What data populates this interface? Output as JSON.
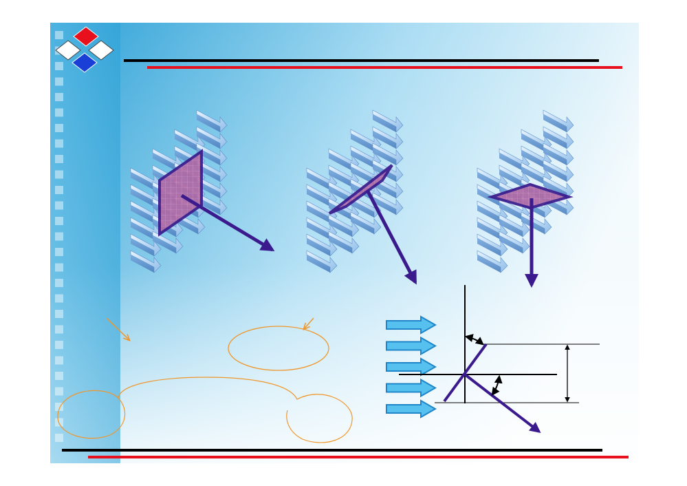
{
  "slide": {
    "logo": {
      "icon": "four-diamond-logo-icon",
      "colors": {
        "top": "#e8101c",
        "left": "#ffffff",
        "right": "#ffffff",
        "bottom": "#1a3fd6"
      }
    },
    "colors": {
      "background_dark": "#2aa0d6",
      "background_light": "#ffffff",
      "rule_black": "#000000",
      "rule_red": "#e8101c",
      "plate_fill": "#b06aa6",
      "plate_stroke": "#3a1a8c",
      "normal_vector": "#3a1a8c",
      "flow_arrow_fill": "#56c0ee",
      "flow_arrow_stroke": "#1e86c8",
      "callout_orange": "#f0962a",
      "block_arrow": "#9fc8ee"
    }
  },
  "diagrams": [
    {
      "name": "plate-vertical",
      "orientation": "vertical",
      "icons": [
        "block-arrow-icon",
        "plate-icon",
        "normal-vector-icon"
      ]
    },
    {
      "name": "plate-inclined",
      "orientation": "inclined",
      "icons": [
        "block-arrow-icon",
        "plate-icon",
        "normal-vector-icon"
      ]
    },
    {
      "name": "plate-horizontal",
      "orientation": "horizontal",
      "icons": [
        "block-arrow-icon",
        "plate-icon",
        "normal-vector-icon"
      ]
    }
  ],
  "vector_diagram": {
    "flow_arrow_count": 5,
    "icons": [
      "flow-arrow-icon",
      "axis-line-icon",
      "angle-arrow-icon",
      "dimension-arrow-icon"
    ]
  },
  "callouts": {
    "count": 2,
    "icons": [
      "callout-arrow-icon",
      "cloud-outline-icon"
    ]
  }
}
